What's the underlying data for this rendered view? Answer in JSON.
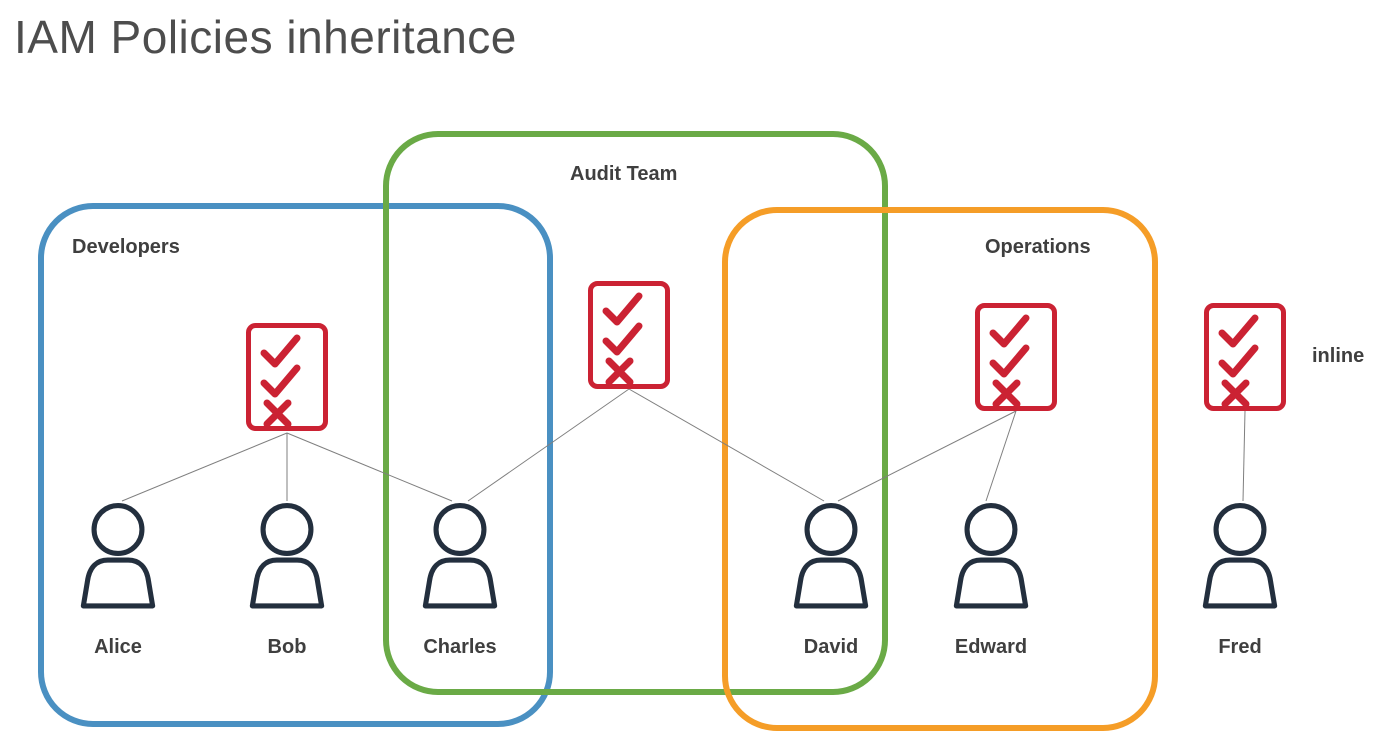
{
  "title": "IAM Policies inheritance",
  "groups": {
    "developers": {
      "label": "Developers",
      "color": "#4A90C2"
    },
    "audit": {
      "label": "Audit Team",
      "color": "#6AAA46"
    },
    "operations": {
      "label": "Operations",
      "color": "#F59D27"
    }
  },
  "users": [
    {
      "name": "Alice"
    },
    {
      "name": "Bob"
    },
    {
      "name": "Charles"
    },
    {
      "name": "David"
    },
    {
      "name": "Edward"
    },
    {
      "name": "Fred"
    }
  ],
  "policies": [
    {
      "id": "developers-group-policy",
      "icon": "policy-checklist-icon",
      "applies_to": [
        "Alice",
        "Bob",
        "Charles"
      ]
    },
    {
      "id": "audit-team-group-policy",
      "icon": "policy-checklist-icon",
      "applies_to": [
        "Charles",
        "David"
      ]
    },
    {
      "id": "operations-group-policy",
      "icon": "policy-checklist-icon",
      "applies_to": [
        "David",
        "Edward"
      ]
    },
    {
      "id": "inline-policy",
      "label": "inline",
      "icon": "policy-checklist-icon",
      "applies_to": [
        "Fred"
      ]
    }
  ],
  "colors": {
    "developers": "#4A90C2",
    "audit": "#6AAA46",
    "operations": "#F59D27",
    "policy": "#CB2233",
    "person": "#232F3E",
    "connector": "#7F7F7F",
    "label": "#3F3F3F",
    "title": "#4D4D4D"
  }
}
